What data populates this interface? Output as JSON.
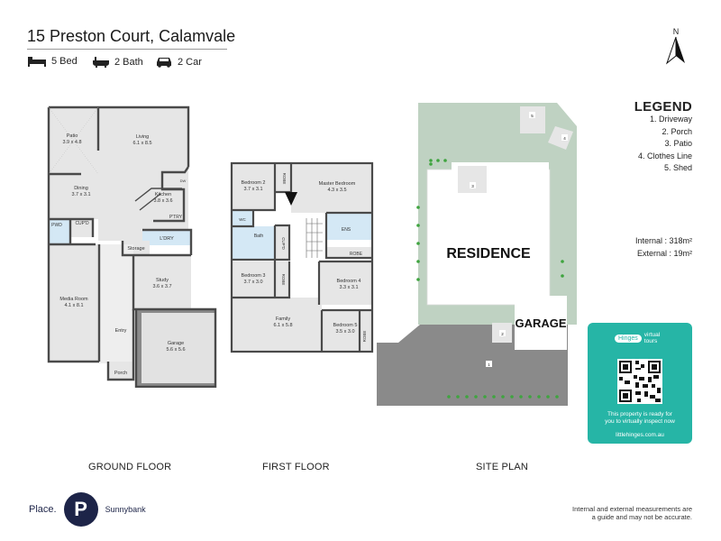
{
  "address": "15 Preston Court, Calamvale",
  "features": {
    "bed": "5 Bed",
    "bath": "2 Bath",
    "car": "2 Car"
  },
  "north": "N",
  "ground_floor": {
    "label": "GROUND FLOOR",
    "rooms": {
      "patio": {
        "name": "Patio",
        "dim": "3.9 x 4.8"
      },
      "living": {
        "name": "Living",
        "dim": "6.1 x 8.5"
      },
      "dining": {
        "name": "Dining",
        "dim": "3.7 x 3.1"
      },
      "kitchen": {
        "name": "Kitchen",
        "dim": "3.8 x 3.6"
      },
      "pwd": "PWD",
      "cupd": "CUP'D",
      "ptry": "P'TRY",
      "ldry": "L'DRY",
      "storage": "Storage",
      "study": {
        "name": "Study",
        "dim": "3.6 x 3.7"
      },
      "media": {
        "name": "Media Room",
        "dim": "4.1 x 8.1"
      },
      "entry": "Entry",
      "porch": "Porch",
      "garage": {
        "name": "Garage",
        "dim": "5.6 x 5.6"
      },
      "dw": "DW"
    }
  },
  "first_floor": {
    "label": "FIRST FLOOR",
    "rooms": {
      "bed2": {
        "name": "Bedroom 2",
        "dim": "3.7 x 3.1"
      },
      "robe": "ROBE",
      "master": {
        "name": "Master Bedroom",
        "dim": "4.3 x 3.5"
      },
      "wc": "WC",
      "bath": "Bath",
      "cupd": "CUP'D",
      "ens": "ENS",
      "bed3": {
        "name": "Bedroom 3",
        "dim": "3.7 x 3.0"
      },
      "bed4": {
        "name": "Bedroom 4",
        "dim": "3.3 x 3.1"
      },
      "family": {
        "name": "Family",
        "dim": "6.1 x 5.8"
      },
      "bed5": {
        "name": "Bedroom 5",
        "dim": "3.5 x 3.0"
      }
    }
  },
  "site_plan": {
    "label": "SITE PLAN",
    "residence": "RESIDENCE",
    "garage": "GARAGE",
    "markers": [
      "1",
      "2",
      "3",
      "4",
      "5"
    ]
  },
  "legend": {
    "title": "LEGEND",
    "items": [
      "1. Driveway",
      "2. Porch",
      "3. Patio",
      "4. Clothes Line",
      "5. Shed"
    ]
  },
  "areas": {
    "internal": "Internal : 318m²",
    "external": "External :  19m²"
  },
  "virtual_tour": {
    "brand": "Hinges",
    "brand_sub": "virtual tours",
    "line1": "This property is ready for",
    "line2": "you to virtually inspect now",
    "url": "littlehinges.com.au"
  },
  "agency": {
    "name": "Place.",
    "logo_letter": "P",
    "branch": "Sunnybank"
  },
  "disclaimer": {
    "line1": "Internal and external measurements are",
    "line2": "a guide and may not be accurate."
  },
  "colors": {
    "wall": "#4a4a4a",
    "room": "#e2e2e2",
    "wet": "#d4e8f5",
    "lawn": "#bfd2c2",
    "drive": "#8a8a8a",
    "teal": "#26b5a6",
    "brand_navy": "#1d2448"
  }
}
